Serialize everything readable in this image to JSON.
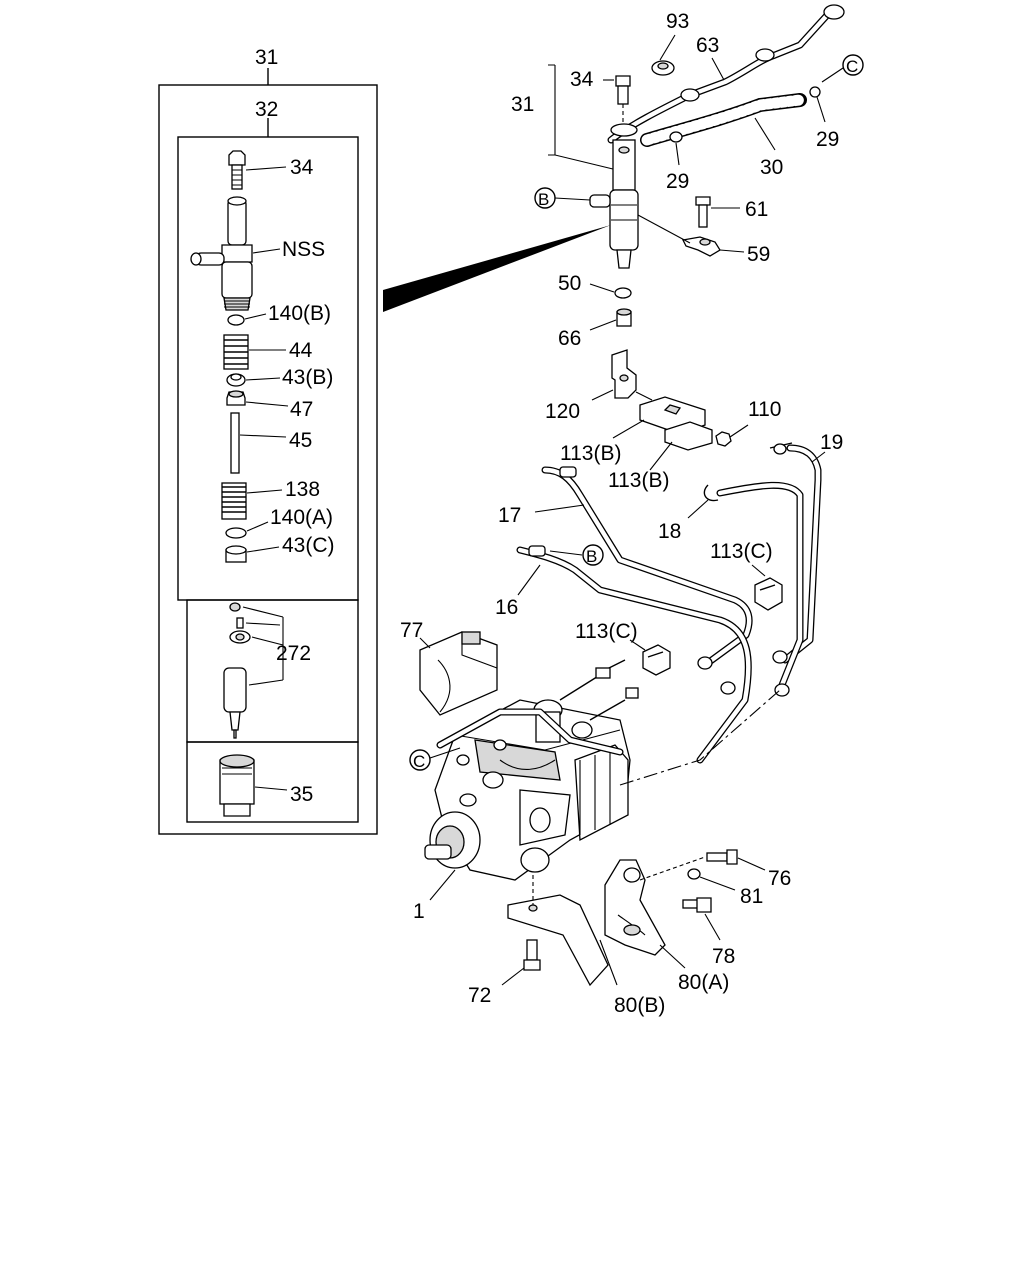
{
  "labels": {
    "kit_outer": "31",
    "kit_inner": "32",
    "k_34": "34",
    "k_nss": "NSS",
    "k_140b": "140(B)",
    "k_44": "44",
    "k_43b": "43(B)",
    "k_47": "47",
    "k_45": "45",
    "k_138": "138",
    "k_140a": "140(A)",
    "k_43c": "43(C)",
    "k_272": "272",
    "k_35": "35",
    "p_93": "93",
    "p_63": "63",
    "p_34": "34",
    "p_31": "31",
    "p_29a": "29",
    "p_29b": "29",
    "p_30": "30",
    "p_61": "61",
    "p_59": "59",
    "p_50": "50",
    "p_66": "66",
    "p_120": "120",
    "p_110": "110",
    "p_113b_1": "113(B)",
    "p_113b_2": "113(B)",
    "p_19": "19",
    "p_17": "17",
    "p_18": "18",
    "p_113c_1": "113(C)",
    "p_16": "16",
    "p_77": "77",
    "p_113c_2": "113(C)",
    "p_1": "1",
    "p_76": "76",
    "p_81": "81",
    "p_78": "78",
    "p_80a": "80(A)",
    "p_72": "72",
    "p_80b": "80(B)"
  },
  "refs": {
    "c_top": "C",
    "b_injector": "B",
    "b_pipe": "B",
    "c_pump": "C"
  }
}
